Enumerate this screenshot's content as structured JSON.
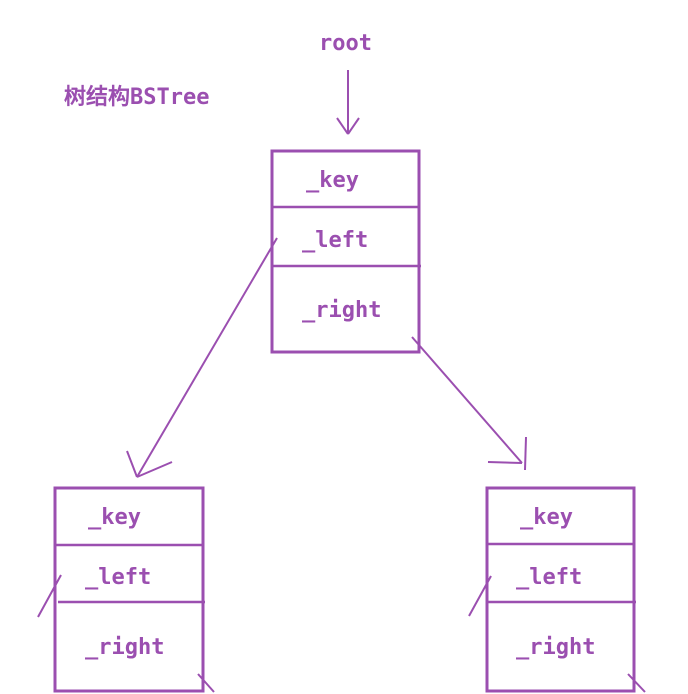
{
  "title": "树结构BSTree",
  "root_label": "root",
  "nodes": {
    "root": {
      "key": "_key",
      "left": "_left",
      "right": "_right"
    },
    "left_child": {
      "key": "_key",
      "left": "_left",
      "right": "_right"
    },
    "right_child": {
      "key": "_key",
      "left": "_left",
      "right": "_right"
    }
  },
  "colors": {
    "stroke": "#9b4fb0",
    "background": "#ffffff"
  }
}
